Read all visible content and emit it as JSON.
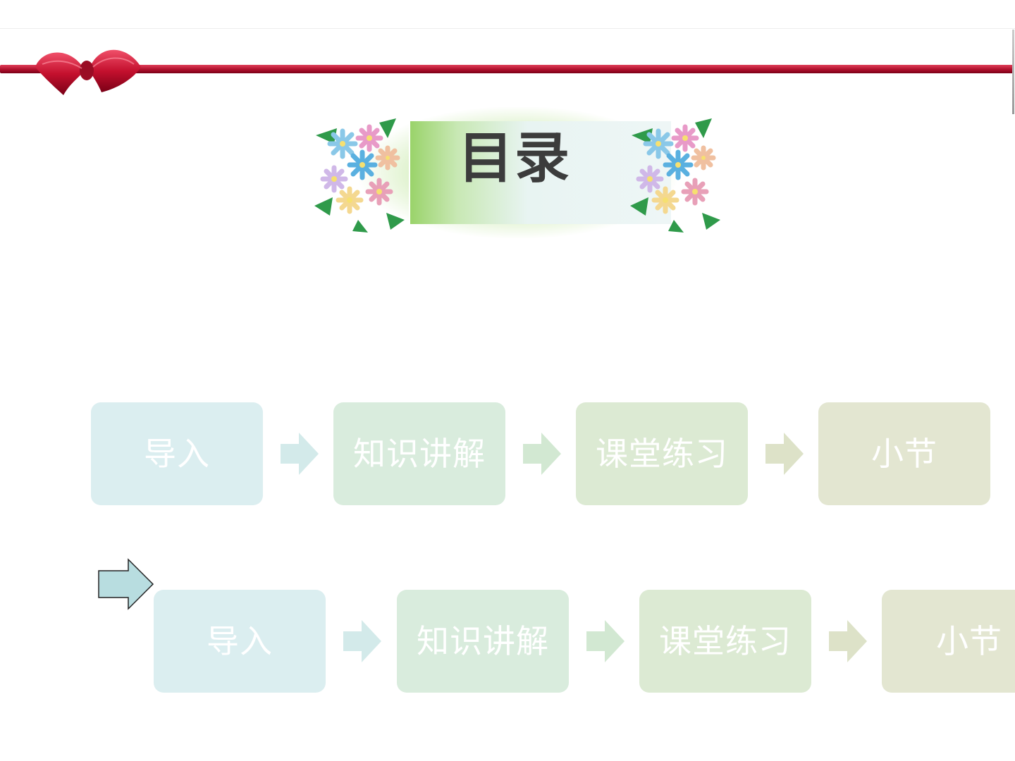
{
  "title": "目录",
  "steps": [
    {
      "label": "导入"
    },
    {
      "label": "知识讲解"
    },
    {
      "label": "课堂练习"
    },
    {
      "label": "小节"
    }
  ],
  "colors": {
    "ribbon": "#b0102c",
    "step_1": "#dbeef0",
    "step_2": "#d9ecdd",
    "step_3": "#dcead3",
    "step_4": "#e3e6d1",
    "pointer_arrow": "#b8dde0"
  },
  "icons": {
    "ribbon_bow": "bow-icon",
    "flowers": "flower-bouquet-icon",
    "pointer": "arrow-right-icon"
  }
}
